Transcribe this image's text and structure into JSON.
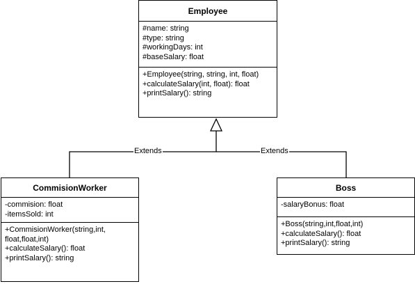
{
  "classes": {
    "employee": {
      "name": "Employee",
      "attributes": [
        "#name: string",
        "#type: string",
        "#workingDays: int",
        "#baseSalary: float"
      ],
      "methods": [
        "+Employee(string, string, int, float)",
        "+calculateSalary(int, float): float",
        "+printSalary(): string"
      ]
    },
    "commision_worker": {
      "name": "CommisionWorker",
      "attributes": [
        "-commision: float",
        "-itemsSold: int"
      ],
      "methods": [
        "+CommisionWorker(string,int,",
        "float,float,int)",
        "+calculateSalary(): float",
        "+printSalary(): string"
      ]
    },
    "boss": {
      "name": "Boss",
      "attributes": [
        "-salaryBonus: float"
      ],
      "methods": [
        "+Boss(string,int,float,int)",
        "+calculateSalary(): float",
        "+printSalary(): string"
      ]
    }
  },
  "relations": {
    "left_label": "Extends",
    "right_label": "Extends"
  },
  "colors": {
    "stroke": "#000000",
    "background": "#ffffff"
  }
}
